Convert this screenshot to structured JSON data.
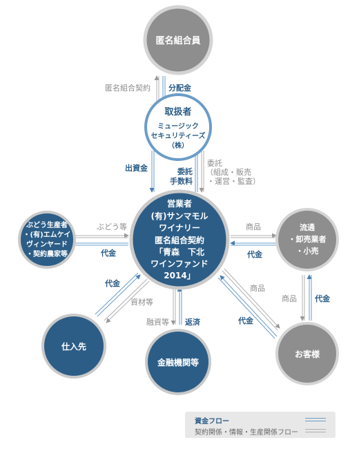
{
  "nodes": {
    "tokumei": {
      "lines": [
        "匿名組合員"
      ]
    },
    "toriatsukai": {
      "title": "取扱者",
      "lines": [
        "ミュージック",
        "セキュリティーズ",
        "（株）"
      ]
    },
    "eigyo": {
      "lines": [
        "営業者",
        "(有)サンマモル",
        "ワイナリー",
        "匿名組合契約",
        "「青森　下北",
        "ワインファンド",
        "2014」"
      ]
    },
    "budo": {
      "lines": [
        "ぶどう生産者",
        "・(有)エムケイ",
        "ヴィンヤード",
        "・契約農家等"
      ]
    },
    "ryutsu": {
      "lines": [
        "流通",
        "・卸売業者",
        "・小売"
      ]
    },
    "shiire": {
      "lines": [
        "仕入先"
      ]
    },
    "kinyu": {
      "lines": [
        "金融機関等"
      ]
    },
    "kyaku": {
      "lines": [
        "お客様"
      ]
    }
  },
  "labels": {
    "tokumei_keiyaku": "匿名組合契約",
    "bunpai": "分配金",
    "shusshi": "出資金",
    "itaku_tesu_1": "委託",
    "itaku_tesu_2": "手数料",
    "itaku_1": "委託",
    "itaku_2": "（組成・販売",
    "itaku_3": "・運営・監査）",
    "budo_to": "ぶどう等",
    "daikin_budo": "代金",
    "shohin_ryutsu": "商品",
    "daikin_ryutsu": "代金",
    "daikin_shiire": "代金",
    "shizai": "資材等",
    "yushi": "融資等",
    "hensai": "返済",
    "shohin_kyaku_diag": "商品",
    "daikin_kyaku_diag": "代金",
    "shohin_kyaku_vert": "商品",
    "daikin_kyaku_vert": "代金"
  },
  "legend": {
    "money_flow": "資金フロー",
    "contract_flow": "契約関係・情報・生産関係フロー"
  },
  "colors": {
    "dark_blue": "#2c5d86",
    "gray_node": "#8e8e8e",
    "ring_gray": "#cfcfcf",
    "money_line": "#6a9cc8",
    "contract_line": "#b0b0b0"
  }
}
